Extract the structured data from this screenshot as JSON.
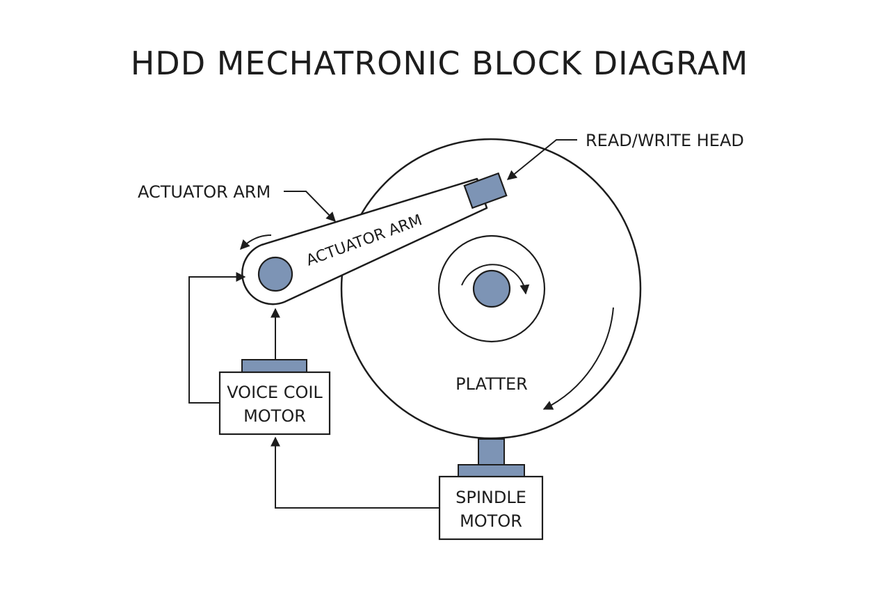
{
  "title": "HDD MECHATRONIC BLOCK DIAGRAM",
  "labels": {
    "read_write_head": "READ/WRITE HEAD",
    "actuator_arm_callout": "ACTUATOR ARM",
    "actuator_arm_on_arm": "ACTUATOR ARM",
    "platter": "PLATTER"
  },
  "blocks": {
    "voice_coil_motor": {
      "line1": "VOICE COIL",
      "line2": "MOTOR"
    },
    "spindle_motor": {
      "line1": "SPINDLE",
      "line2": "MOTOR"
    }
  },
  "colors": {
    "stroke": "#1d1d1d",
    "component_fill": "#7d94b5",
    "background": "#ffffff"
  }
}
